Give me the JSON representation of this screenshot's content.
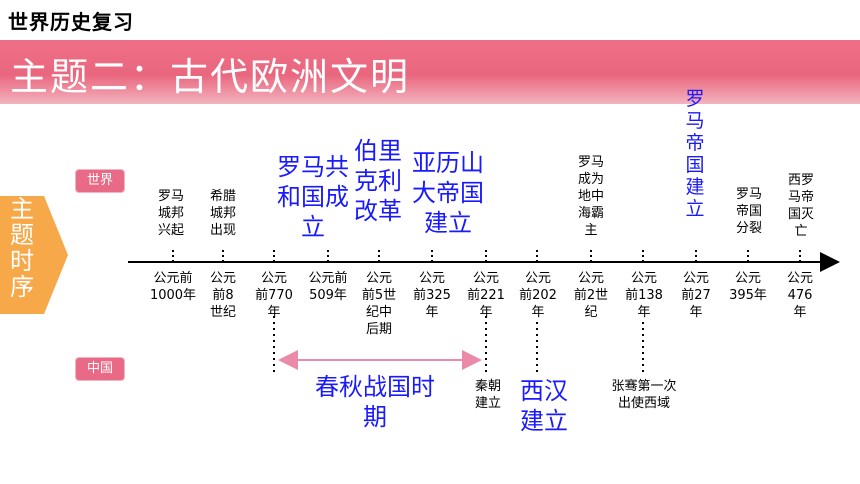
{
  "header": {
    "title": "世界历史复习",
    "banner": "主题二：古代欧洲文明"
  },
  "tags": {
    "world": "世界",
    "china": "中国"
  },
  "side_arrow": [
    "主",
    "题",
    "时",
    "序"
  ],
  "dates": [
    [
      "公元前",
      "1000年"
    ],
    [
      "公元",
      "前8",
      "世纪"
    ],
    [
      "公元",
      "前770",
      "年"
    ],
    [
      "公元前",
      "509年"
    ],
    [
      "公元",
      "前5世",
      "纪中",
      "后期"
    ],
    [
      "公元",
      "前325",
      "年"
    ],
    [
      "公元",
      "前221",
      "年"
    ],
    [
      "公元",
      "前202",
      "年"
    ],
    [
      "公元",
      "前2世",
      "纪"
    ],
    [
      "公元",
      "前138",
      "年"
    ],
    [
      "公元",
      "前27",
      "年"
    ],
    [
      "公元",
      "395年"
    ],
    [
      "公元",
      "476",
      "年"
    ]
  ],
  "world_events": {
    "roma_rise": [
      "罗马",
      "城邦",
      "兴起"
    ],
    "greece": [
      "希腊",
      "城邦",
      "出现"
    ],
    "republic": [
      "罗马共",
      "和国成",
      "立"
    ],
    "pericles": [
      "伯里",
      "克利",
      "改革"
    ],
    "alexander": [
      "亚历山",
      "大帝国",
      "建立"
    ],
    "mediterranean": [
      "罗马",
      "成为",
      "地中",
      "海霸",
      "主"
    ],
    "empire": [
      "罗",
      "马",
      "帝",
      "国",
      "建",
      "立"
    ],
    "split": [
      "罗马",
      "帝国",
      "分裂"
    ],
    "west_fall": [
      "西罗",
      "马帝",
      "国灭",
      "亡"
    ]
  },
  "china_events": {
    "spring_autumn": [
      "春秋战国时",
      "期"
    ],
    "qin": [
      "秦朝",
      "建立"
    ],
    "han": [
      "西汉",
      "建立"
    ],
    "zhangqian": [
      "张骞第一次",
      "出使西域"
    ]
  },
  "colors": {
    "accent": "#e9677e",
    "blue": "#1a1aff",
    "arrow": "#f7a94a"
  }
}
